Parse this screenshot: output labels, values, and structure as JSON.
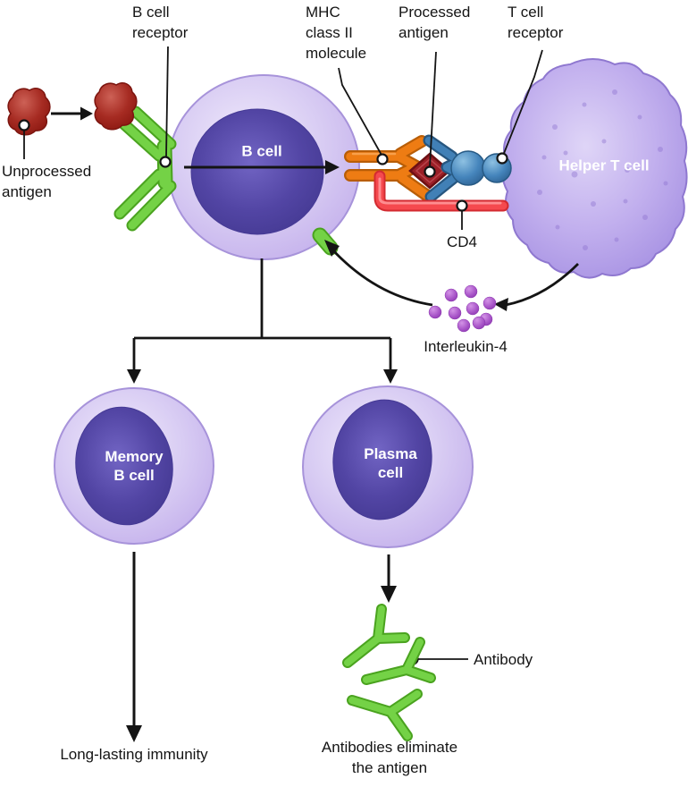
{
  "figure": "B cell activation and differentiation diagram",
  "labels": {
    "unprocessed_antigen": {
      "line1": "Unprocessed",
      "line2": "antigen"
    },
    "b_cell_receptor": {
      "line1": "B cell",
      "line2": "receptor"
    },
    "mhc_class_ii": {
      "line1": "MHC",
      "line2": "class II",
      "line3": "molecule"
    },
    "processed_antigen": {
      "line1": "Processed",
      "line2": "antigen"
    },
    "t_cell_receptor": {
      "line1": "T cell",
      "line2": "receptor"
    },
    "cd4": "CD4",
    "interleukin_4": "Interleukin-4",
    "antibody": "Antibody",
    "long_lasting_immunity": "Long-lasting immunity",
    "antibodies_eliminate": {
      "line1": "Antibodies eliminate",
      "line2": "the antigen"
    }
  },
  "cells": {
    "b_cell": "B cell",
    "helper_t_cell": "Helper T cell",
    "memory_b_cell": {
      "line1": "Memory",
      "line2": "B cell"
    },
    "plasma_cell": {
      "line1": "Plasma",
      "line2": "cell"
    }
  },
  "colors": {
    "cell_body_purple": "#c4b1ec",
    "nucleus_purple": "#4c3fa0",
    "helper_t_purple": "#b09ae6",
    "antigen_red": "#a62b22",
    "mhc_orange": "#ee7c13",
    "tcr_blue": "#4585bc",
    "cd4_red": "#f5494e",
    "receptor_green": "#74d246",
    "interleukin_purple": "#a855c8",
    "line_black": "#141414",
    "background": "#ffffff"
  }
}
